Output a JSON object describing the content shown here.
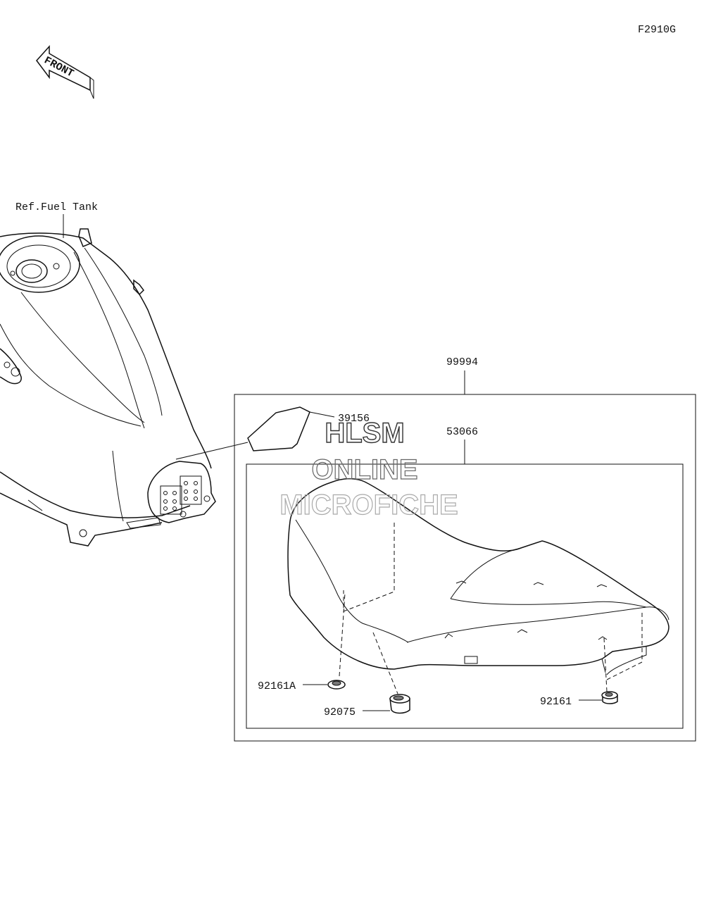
{
  "diagram_code": "F2910G",
  "front_label": "FRONT",
  "reference_label": "Ref.Fuel Tank",
  "parts": {
    "kit": "99994",
    "pad": "39156",
    "seat": "53066",
    "grommet_front": "92161A",
    "damper": "92075",
    "grommet_rear": "92161"
  },
  "watermark": {
    "line1": "HLSM",
    "line2": "ONLINE",
    "line3": "MICROFICHE"
  }
}
